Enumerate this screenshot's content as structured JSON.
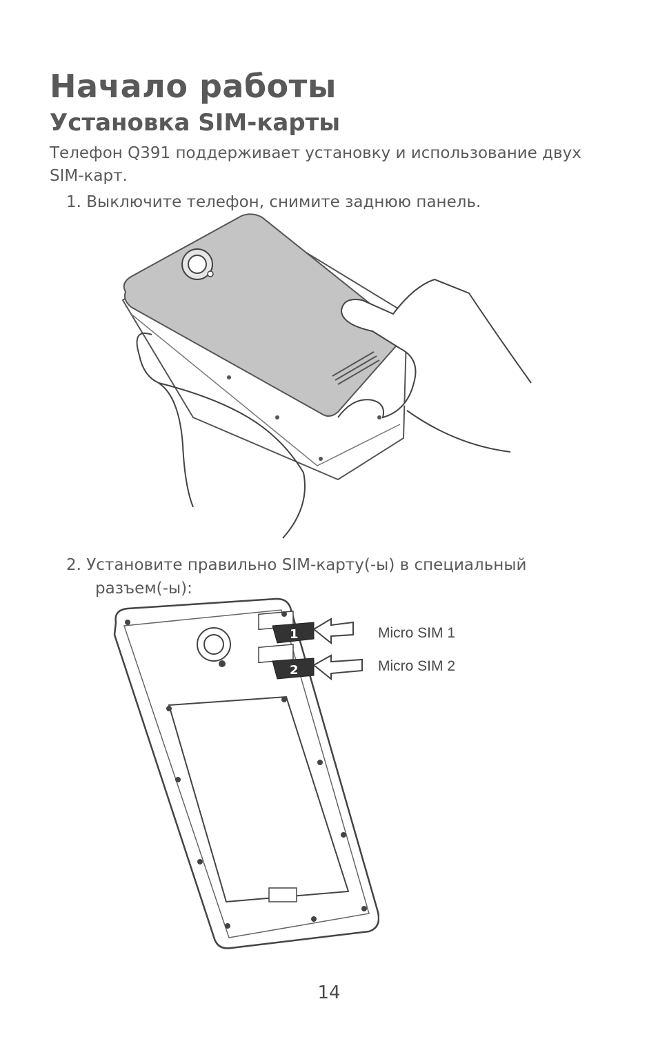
{
  "document": {
    "title": "Начало работы",
    "section_title": "Установка SIM-карты",
    "intro": "Телефон Q391 поддерживает установку и использование двух SIM-карт.",
    "step1": "1. Выключите телефон, снимите заднюю панель.",
    "step2_line1": "2. Установите правильно SIM-карту(-ы) в специальный",
    "step2_line2": "разъем(-ы):",
    "callouts": {
      "sim1": "Micro SIM 1",
      "sim2": "Micro SIM 2",
      "badge1": "1",
      "badge2": "2"
    },
    "page_number": "14"
  }
}
